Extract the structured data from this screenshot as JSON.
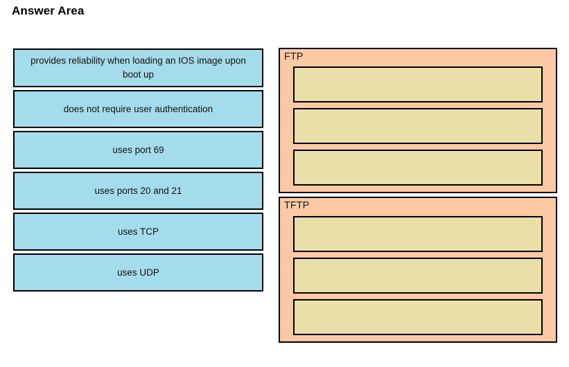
{
  "page": {
    "title": "Answer Area"
  },
  "options": {
    "items": [
      {
        "label": "provides reliability when loading an IOS image upon boot up"
      },
      {
        "label": "does not require user authentication"
      },
      {
        "label": "uses port 69"
      },
      {
        "label": "uses ports 20 and 21"
      },
      {
        "label": "uses TCP"
      },
      {
        "label": "uses UDP"
      }
    ]
  },
  "targets": {
    "panels": [
      {
        "label": "FTP",
        "slots": [
          {
            "value": ""
          },
          {
            "value": ""
          },
          {
            "value": ""
          }
        ]
      },
      {
        "label": "TFTP",
        "slots": [
          {
            "value": ""
          },
          {
            "value": ""
          },
          {
            "value": ""
          }
        ]
      }
    ]
  },
  "colors": {
    "option_fill": "#a5dceb",
    "panel_fill": "#fcc9a4",
    "dropzone_fill": "#e9dfa8",
    "border": "#000000",
    "page_background": "#ffffff",
    "text": "#111111"
  }
}
